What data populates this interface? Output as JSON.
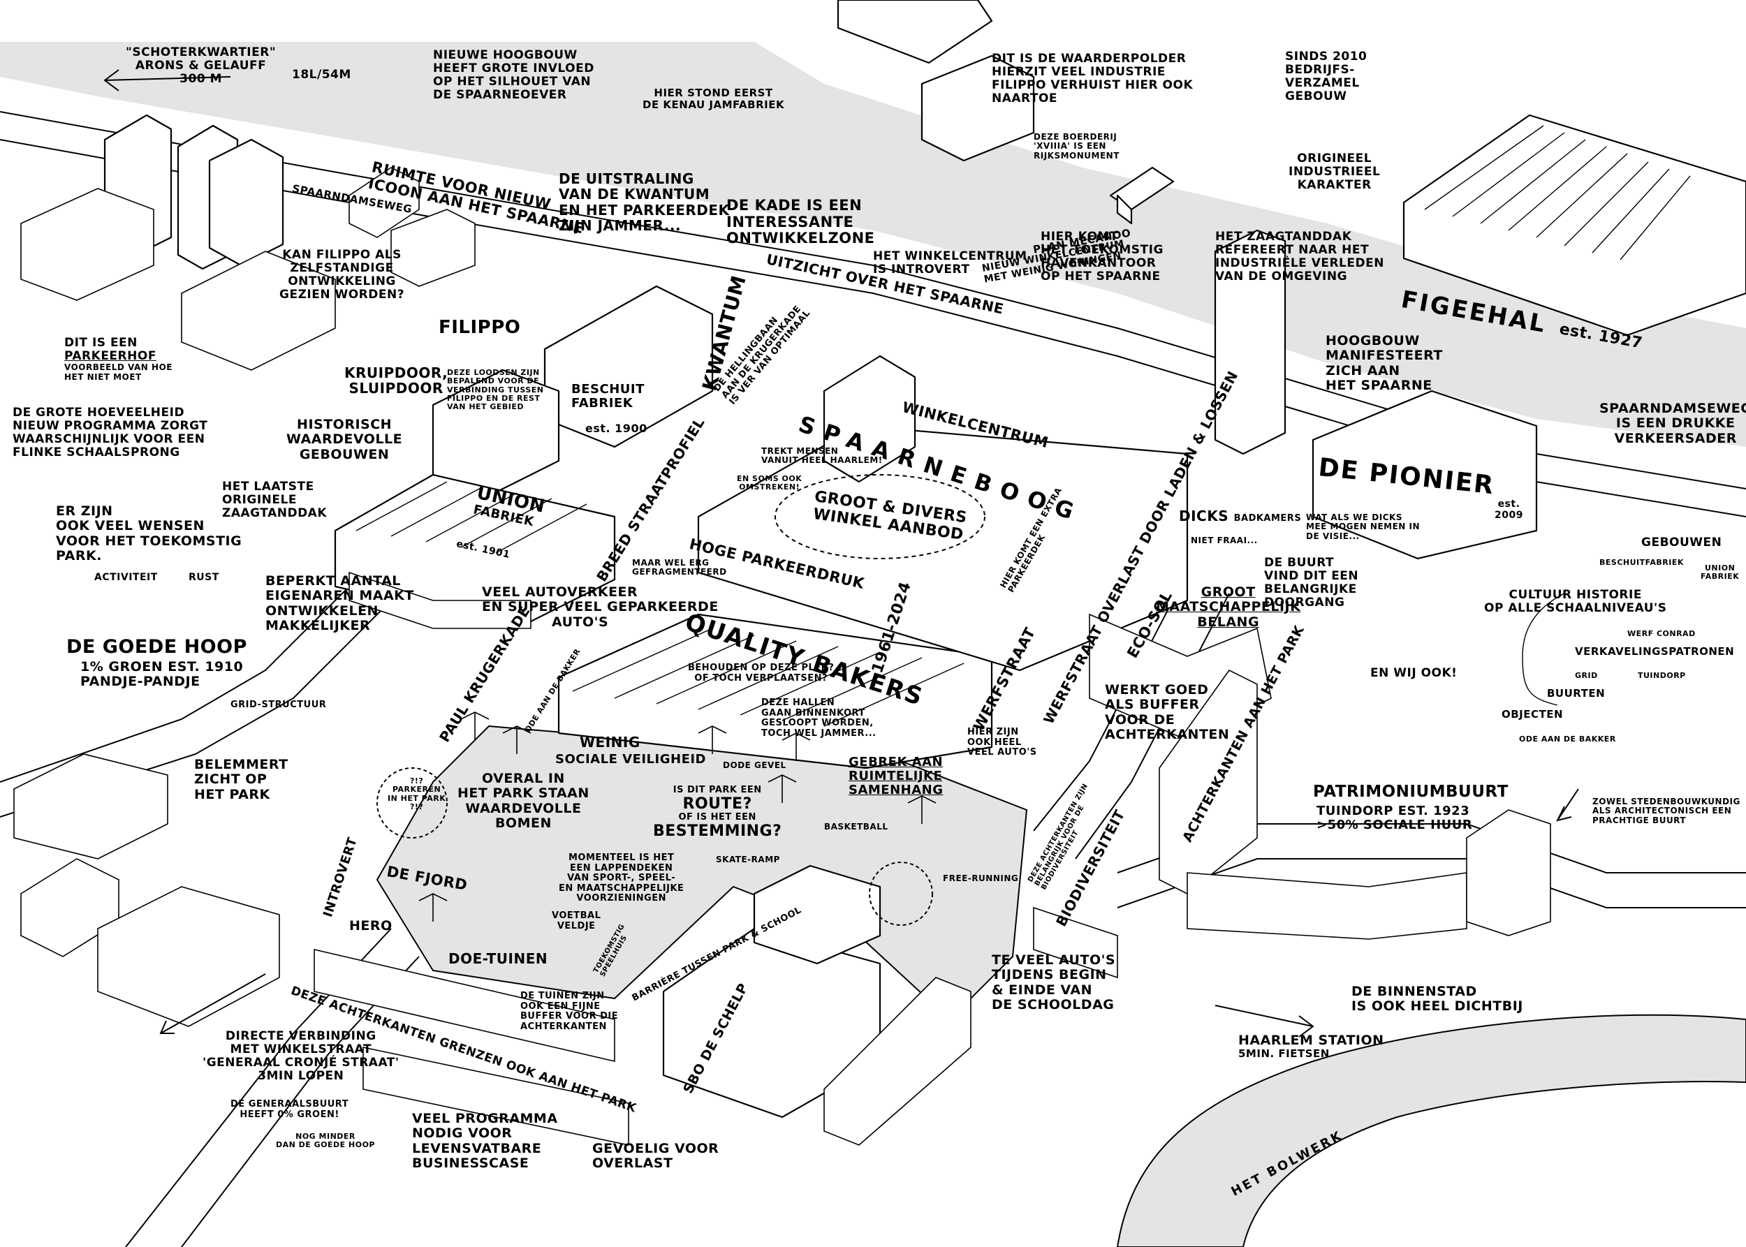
{
  "colors": {
    "water": "#e4e4e4",
    "park": "#e4e4e4",
    "ink": "#000000",
    "paper": "#ffffff"
  },
  "labels": {
    "schoterkwartier": [
      "\"SCHOTERKWARTIER\"",
      "ARONS & GELAUFF",
      "300 M"
    ],
    "bus_line": "18L/54M",
    "nieuwe_hoogbouw": [
      "NIEUWE HOOGBOUW",
      "HEEFT GROTE INVLOED",
      "OP HET SILHOUET VAN",
      "DE SPAARNEOEVER"
    ],
    "kenau": [
      "HIER STOND EERST",
      "DE KENAU JAMFABRIEK"
    ],
    "waarderpolder": [
      "DIT IS DE WAARDERPOLDER",
      "HIERZIT VEEL INDUSTRIE",
      "FILIPPO VERHUIST HIER OOK",
      "NAARTOE"
    ],
    "boerderij": [
      "DEZE BOERDERIJ",
      "'XVIIIa' IS EEN",
      "RIJKSMONUMENT"
    ],
    "bedrijfsverzamel": [
      "SINDS 2010",
      "BEDRIJFS-",
      "VERZAMEL",
      "GEBOUW"
    ],
    "origineel_industrieel": [
      "ORIGINEEL",
      "INDUSTRIEEL",
      "KARAKTER"
    ],
    "ruimte_icoon": [
      "RUIMTE VOOR NIEUW",
      "ICOON AAN HET SPAARNE"
    ],
    "uitstraling": [
      "DE UITSTRALING",
      "VAN DE KWANTUM",
      "EN HET PARKEERDEK",
      "ZIJN JAMMER..."
    ],
    "kade": [
      "DE KADE IS EEN",
      "INTERESSANTE",
      "ONTWIKKELZONE"
    ],
    "spaarndamseweg_top": "SPAARNDAMSEWEG",
    "filippo_zelfstandig": [
      "KAN FILIPPO ALS",
      "ZELFSTANDIGE",
      "ONTWIKKELING",
      "GEZIEN WORDEN?"
    ],
    "filippo": "FILIPPO",
    "winkelcentrum_introvert": [
      "HET WINKELCENTRUM",
      "IS INTROVERT"
    ],
    "uitzicht": "UITZICHT OVER HET SPAARNE",
    "havenkantoor": [
      "HIER KOMT",
      "HET TOEKOMSTIG",
      "HAVENKANTOOR",
      "OP HET SPAARNE"
    ],
    "zaagtanddak_ref": [
      "HET ZAAGTANDDAK",
      "REFEREERT NAAR HET",
      "INDUSTRIËLE VERLEDEN",
      "VAN DE OMGEVING"
    ],
    "figeehal": "FIGEEHAL",
    "figeehal_est": "est. 1927",
    "parkeerhof": [
      "DIT IS EEN",
      "PARKEERHOF",
      "VOORBEELD VAN HOE",
      "HET NIET MOET"
    ],
    "kruipdoor": [
      "KRUIPDOOR,",
      "SLUIPDOOR"
    ],
    "loodsen": [
      "DEZE LOODSEN ZIJN",
      "BEPALEND VOOR DE",
      "VERBINDING TUSSEN",
      "FILIPPO EN DE REST",
      "VAN HET GEBIED"
    ],
    "beschuitfabriek": [
      "BESCHUIT",
      "FABRIEK"
    ],
    "beschuit_est": "est. 1900",
    "kwantum": "KWANTUM",
    "hellingbaan": [
      "DE HELLINGBAAN",
      "AAN DE KRUGERKADE",
      "IS VER VAN OPTIMAAL"
    ],
    "plan_mecanoo": "PLAN MECANOO",
    "nieuw_winkelcentrum": [
      "NIEUW WINKELCENTRUM",
      "MET WEINIG WONINGEN"
    ],
    "winkelcentrum": "WINKELCENTRUM",
    "hoogbouw_manifesteert": [
      "HOOGBOUW",
      "MANIFESTEERT",
      "ZICH AAN",
      "HET SPAARNE"
    ],
    "spaarndamseweg_druk": [
      "SPAARNDAMSEWEG",
      "IS EEN DRUKKE",
      "VERKEERSADER"
    ],
    "schaalsprong": [
      "DE GROTE HOEVEELHEID",
      "NIEUW PROGRAMMA ZORGT",
      "WAARSCHIJNLIJK VOOR EEN",
      "FLINKE SCHAALSPRONG"
    ],
    "historisch": [
      "HISTORISCH",
      "WAARDEVOLLE",
      "GEBOUWEN"
    ],
    "spaarneboog": "SPAARNEBOOG",
    "trekt_mensen": [
      "TREKT MENSEN",
      "VANUIT HEEL HAARLEM!"
    ],
    "omstreken": [
      "EN SOMS OOK",
      "OMSTREKEN!"
    ],
    "groot_divers": [
      "GROOT & DIVERS",
      "WINKEL AANBOD"
    ],
    "de_pionier": "DE PIONIER",
    "pionier_est": [
      "est.",
      "2009"
    ],
    "laatste_zaagtanddak": [
      "HET LAATSTE",
      "ORIGINELE",
      "ZAAGTANDDAK"
    ],
    "union_fabriek": [
      "UNION",
      "FABRIEK"
    ],
    "union_est": "est. 1901",
    "breed_straatprofiel": "BREED STRAATPROFIEL",
    "hoge_parkeerdruk": "HOGE PARKEERDRUK",
    "extra_parkeerdek": [
      "HIER KOMT EEN EXTRA",
      "PARKEERDEK"
    ],
    "dicks": "DICKS",
    "badkamers": "BADKAMERS",
    "niet_fraai": "NIET FRAAI...",
    "wat_als_dicks": [
      "WAT ALS WE DICKS",
      "MEE MOGEN NEMEN IN",
      "DE VISIE..."
    ],
    "wensen_park": [
      "ER ZIJN",
      "OOK VEEL WENSEN",
      "VOOR HET TOEKOMSTIG",
      "PARK."
    ],
    "activiteit": "ACTIVITEIT",
    "rust": "RUST",
    "gefragmenteerd": [
      "MAAR WEL ERG",
      "GEFRAGMENTEERD"
    ],
    "beperkt_eigenaren": [
      "BEPERKT AANTAL",
      "EIGENAREN MAAKT",
      "ONTWIKKELEN",
      "MAKKELIJKER"
    ],
    "autoverkeer": [
      "VEEL AUTOVERKEER",
      "EN SUPER VEEL GEPARKEERDE",
      "AUTO'S"
    ],
    "werfstraat_overlast": "WERFSTRAAT OVERLAST DOOR LADEN & LOSSEN",
    "buurt_doorgang": [
      "DE BUURT",
      "VIND DIT EEN",
      "BELANGRIJKE",
      "DOORGANG"
    ],
    "en_wij_ook": "EN WIJ OOK!",
    "groot_belang": [
      "GROOT",
      "MAATSCHAPPELIJK",
      "BELANG"
    ],
    "gebouwen": "GEBOUWEN",
    "beschuitfabriek_small": "BESCHUITFABRIEK",
    "union_small": [
      "UNION",
      "FABRIEK"
    ],
    "cultuurhistorie": [
      "CULTUUR HISTORIE",
      "OP ALLE SCHAALNIVEAU'S"
    ],
    "werf_conrad": "WERF CONRAD",
    "verkavelingspatronen": "VERKAVELINGSPATRONEN",
    "grid": "GRID",
    "tuindorp_small": "TUINDORP",
    "buurten": "BUURTEN",
    "objecten": "OBJECTEN",
    "ode_bakker": "ODE AAN DE BAKKER",
    "goede_hoop": "DE GOEDE HOOP",
    "goede_hoop_info": [
      "1% GROEN   est. 1910",
      "PANDJE-PANDJE"
    ],
    "grid_structuur": "GRID-STRUCTUUR",
    "quality_bakers": "QUALITY BAKERS",
    "quality_years": "1961-2024",
    "behouden": [
      "BEHOUDEN OP DEZE PLEK?",
      "OF TOCH VERPLAATSEN?"
    ],
    "ode_aan_bakker_road": "ODE AAN DE BAKKER",
    "paul_krugerkade": "PAUL KRUGERKADE",
    "eco_sol": "ECO-SOL",
    "werfstraat": "WERFSTRAAT",
    "werkt_goed": [
      "WERKT GOED",
      "ALS BUFFER",
      "VOOR DE",
      "ACHTERKANTEN"
    ],
    "hallen": [
      "DEZE HALLEN",
      "GAAN BINNENKORT",
      "GESLOOPT WORDEN,",
      "TOCH WEL JAMMER..."
    ],
    "weinig": "WEINIG",
    "sociale_veiligheid": "SOCIALE VEILIGHEID",
    "dode_gevel": "DODE GEVEL",
    "gebrek": [
      "GEBREK AAN",
      "RUIMTELIJKE",
      "SAMENHANG"
    ],
    "veel_autos": [
      "HIER ZIJN",
      "OOK HEEL",
      "VEEL AUTO'S"
    ],
    "achterkanten_park": "ACHTERKANTEN AAN HET PARK",
    "belemmert": [
      "BELEMMERT",
      "ZICHT OP",
      "HET PARK"
    ],
    "parkeren_park": [
      "?!?",
      "PARKEREN",
      "IN HET PARK",
      "?!?"
    ],
    "waardevolle_bomen": [
      "OVERAL IN",
      "HET PARK STAAN",
      "WAARDEVOLLE",
      "BOMEN"
    ],
    "route": [
      "IS DIT PARK EEN",
      "ROUTE?",
      "OF IS HET EEN",
      "BESTEMMING?"
    ],
    "basketball": "BASKETBALL",
    "patrimoniumbuurt": "PATRIMONIUMBUURT",
    "tuindorp_info": [
      "TUINDORP   est. 1923",
      ">50% SOCIALE HUUR"
    ],
    "stedenbouwkundig": [
      "ZOWEL STEDENBOUWKUNDIG",
      "ALS ARCHITECTONISCH EEN",
      "PRACHTIGE BUURT"
    ],
    "introvert": "INTROVERT",
    "de_fjord": "DE FJORD",
    "hero": "HERO",
    "lappendeken": [
      "MOMENTEEL IS HET",
      "EEN LAPPENDEKEN",
      "VAN SPORT-, SPEEL-",
      "EN MAATSCHAPPELIJKE",
      "VOORZIENINGEN"
    ],
    "skate_ramp": "SKATE-RAMP",
    "free_running": "FREE-RUNNING",
    "biodiversiteit": "BIODIVERSITEIT",
    "achterkanten_zijn": [
      "DEZE ACHTERKANTEN ZIJN",
      "BELANGRIJK VOOR DE",
      "BIODIVERSITEIT"
    ],
    "voetbalveldje": [
      "VOETBAL",
      "VELDJE"
    ],
    "toekomstig_speelhuis": [
      "TOEKOMSTIG",
      "SPEELHUIS"
    ],
    "barriere": "BARRIÈRE TUSSEN PARK & SCHOOL",
    "doe_tuinen": "DOE-TUINEN",
    "doe_tuinen_buffer": [
      "DE TUINEN ZIJN",
      "OOK EEN FIJNE",
      "BUFFER VOOR DIE",
      "ACHTERKANTEN"
    ],
    "te_veel_autos": [
      "TE VEEL AUTO'S",
      "TIJDENS BEGIN",
      "& EINDE VAN",
      "DE SCHOOLDAG"
    ],
    "binnenstad": [
      "DE BINNENSTAD",
      "IS OOK HEEL DICHTBIJ"
    ],
    "haarlem_station": [
      "HAARLEM STATION",
      "5MIN. FIETSEN"
    ],
    "achterkanten_grenzen": "DEZE ACHTERKANTEN GRENZEN OOK AAN HET PARK",
    "directe_verbinding": [
      "DIRECTE VERBINDING",
      "MET WINKELSTRAAT",
      "'GENERAAL CRONJÉ STRAAT'",
      "3MIN LOPEN"
    ],
    "generaalsbuurt": [
      "DE GENERAALSBUURT",
      "HEEFT 0% GROEN!"
    ],
    "nog_minder": [
      "NOG MINDER",
      "DAN DE GOEDE HOOP"
    ],
    "sbo_schelp": "SBO DE SCHELP",
    "veel_programma": [
      "VEEL PROGRAMMA",
      "NODIG VOOR",
      "LEVENSVATBARE",
      "BUSINESSCASE"
    ],
    "gevoelig": [
      "GEVOELIG VOOR",
      "OVERLAST"
    ],
    "het_bolwerk": "HET BOLWERK"
  }
}
